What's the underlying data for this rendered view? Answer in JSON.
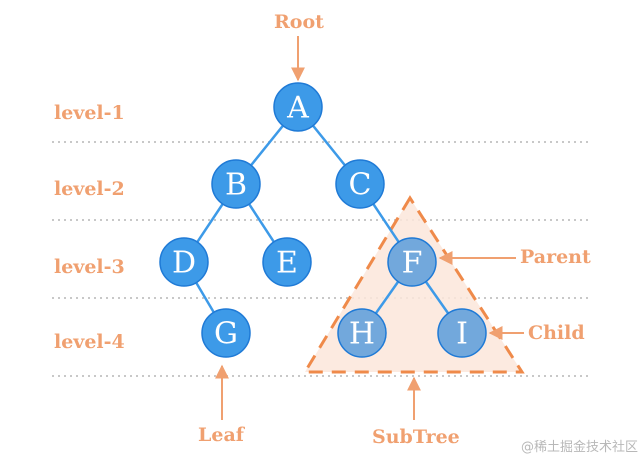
{
  "diagram": {
    "annotations": {
      "root": "Root",
      "parent": "Parent",
      "child": "Child",
      "leaf": "Leaf",
      "subtree": "SubTree"
    },
    "levels": [
      "level-1",
      "level-2",
      "level-3",
      "level-4"
    ],
    "nodes": [
      {
        "id": "A",
        "label": "A",
        "level": 1
      },
      {
        "id": "B",
        "label": "B",
        "level": 2
      },
      {
        "id": "C",
        "label": "C",
        "level": 2
      },
      {
        "id": "D",
        "label": "D",
        "level": 3
      },
      {
        "id": "E",
        "label": "E",
        "level": 3
      },
      {
        "id": "F",
        "label": "F",
        "level": 3
      },
      {
        "id": "G",
        "label": "G",
        "level": 4
      },
      {
        "id": "H",
        "label": "H",
        "level": 4
      },
      {
        "id": "I",
        "label": "I",
        "level": 4
      }
    ],
    "edges": [
      [
        "A",
        "B"
      ],
      [
        "A",
        "C"
      ],
      [
        "B",
        "D"
      ],
      [
        "B",
        "E"
      ],
      [
        "C",
        "F"
      ],
      [
        "D",
        "G"
      ],
      [
        "F",
        "H"
      ],
      [
        "F",
        "I"
      ]
    ],
    "subtree_nodes": [
      "F",
      "H",
      "I"
    ],
    "colors": {
      "node_fill": "#3d9ae8",
      "node_stroke": "#1f7ad6",
      "subtree_node_fill": "#72a8dc",
      "annotation": "#f0a070",
      "subtree_fill": "#fbe6da",
      "subtree_stroke": "#ef8a4a",
      "dotted_line": "#c8c8c8",
      "edge": "#3d9ae8"
    }
  },
  "watermark": "@稀土掘金技术社区"
}
